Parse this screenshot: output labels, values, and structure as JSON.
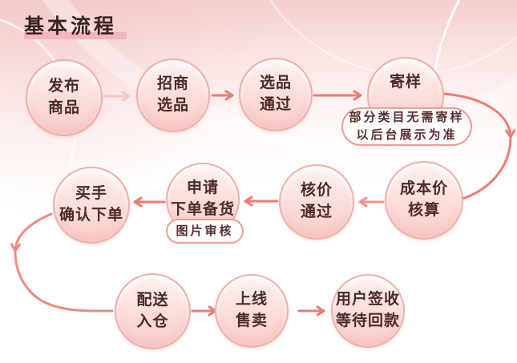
{
  "page": {
    "title": "基本流程"
  },
  "colors": {
    "background_top": "#f3cfce",
    "background_bottom": "#ffffff",
    "title_text": "#3a2324",
    "title_highlight": "#f4b6ba",
    "node_fill_top": "#fdf1ef",
    "node_fill_bottom": "#f8ccc8",
    "node_border": "#f1aea9",
    "node_text": "#4c2a2a",
    "note_bg": "#fffdfd",
    "note_border": "#f09d97",
    "arrow_main": "#ee7a72",
    "arrow_light": "#f5c5c2",
    "arrow_mid": "#f0958e",
    "arrow_curve_right": "#ef7d75",
    "arrow_curve_left": "#ef8a82"
  },
  "nodes": [
    {
      "id": "publish-product",
      "line1": "发布",
      "line2": "商品"
    },
    {
      "id": "merchant-selection",
      "line1": "招商",
      "line2": "选品"
    },
    {
      "id": "selection-passed",
      "line1": "选品",
      "line2": "通过"
    },
    {
      "id": "send-sample",
      "line1": "寄样",
      "line2": ""
    },
    {
      "id": "cost-accounting",
      "line1": "成本价",
      "line2": "核算"
    },
    {
      "id": "price-check-passed",
      "line1": "核价",
      "line2": "通过"
    },
    {
      "id": "apply-stock-order",
      "line1": "申请",
      "line2": "下单备货"
    },
    {
      "id": "buyer-confirm-order",
      "line1": "买手",
      "line2": "确认下单"
    },
    {
      "id": "delivery-warehouse",
      "line1": "配送",
      "line2": "入仓"
    },
    {
      "id": "online-sale",
      "line1": "上线",
      "line2": "售卖"
    },
    {
      "id": "user-receipt",
      "line1": "用户签收",
      "line2": "等待回款"
    }
  ],
  "notes": {
    "sample_note": {
      "line1": "部分类目无需寄样",
      "line2": "以后台展示为准"
    },
    "image_review": {
      "label": "图片审核"
    }
  }
}
